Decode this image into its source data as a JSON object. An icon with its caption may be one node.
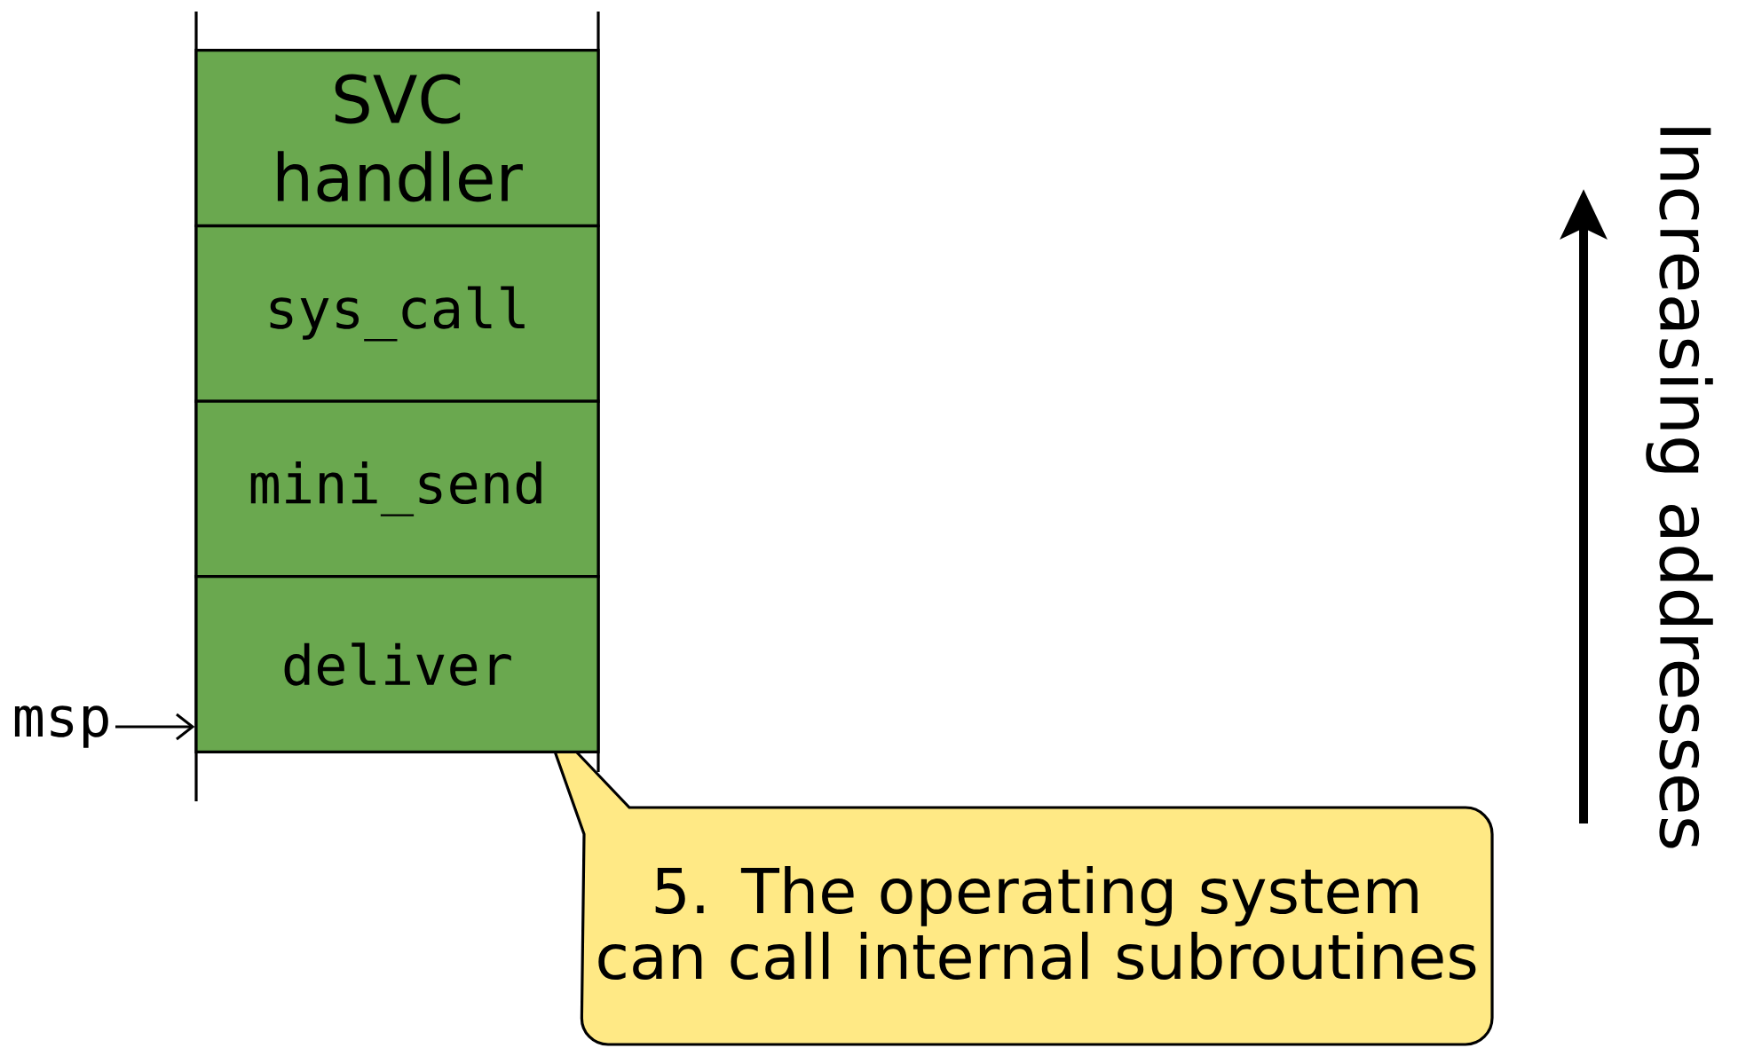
{
  "diagram": {
    "nodes": [
      {
        "text": [
          "SVC handler"
        ]
      },
      {
        "text": [
          "sys_call"
        ]
      },
      {
        "text": [
          "mini_send"
        ]
      },
      {
        "text": [
          "deliver"
        ]
      },
      {
        "text": [
          "msp"
        ]
      },
      {
        "text": [
          "5. The operating system can call internal subroutines"
        ]
      }
    ],
    "edges": [
      {
        "from": 4,
        "to": 3,
        "arrow": "to"
      }
    ],
    "labels": [
      "Increasing addresses"
    ]
  }
}
